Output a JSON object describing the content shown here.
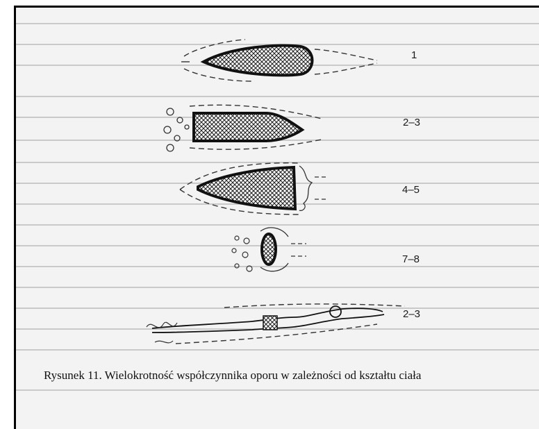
{
  "figure": {
    "shapes": [
      {
        "id": "teardrop",
        "label": "1"
      },
      {
        "id": "bullet-blunt-rear",
        "label": "2–3"
      },
      {
        "id": "bullet-blunt-front",
        "label": "4–5"
      },
      {
        "id": "disc",
        "label": "7–8"
      },
      {
        "id": "swimmer",
        "label": "2–3"
      }
    ],
    "caption": "Rysunek 11. Wielokrotność współczynnika oporu w zależności od kształtu ciała"
  }
}
